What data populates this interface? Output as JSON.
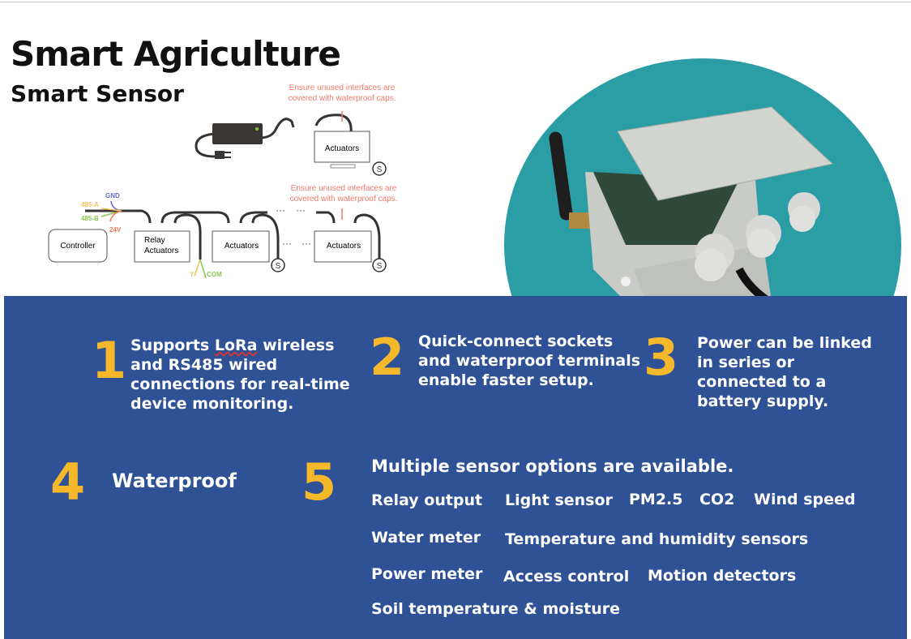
{
  "header": {
    "title": "Smart Agriculture",
    "subtitle": "Smart Sensor"
  },
  "diagram": {
    "note_top": "Ensure unused interfaces are covered with waterproof caps.",
    "note_mid": "Ensure unused interfaces are covered with waterproof caps.",
    "controller": "Controller",
    "relay_line1": "Relay",
    "relay_line2": "Actuators",
    "actuators": "Actuators",
    "wires": {
      "gnd": "GND",
      "a": "485-A",
      "b": "485-B",
      "v": "24V",
      "y": "Y",
      "com": "COM"
    },
    "sensor": "S",
    "dots": "···"
  },
  "features": [
    {
      "num": "1",
      "pre": "Supports ",
      "lora": "LoRa",
      "post": " wireless and RS485 wired connections for real-time device monitoring."
    },
    {
      "num": "2",
      "text": "Quick-connect sockets and waterproof terminals enable faster setup."
    },
    {
      "num": "3",
      "text": "Power can be linked in series or connected to a battery supply."
    },
    {
      "num": "4",
      "text": "Waterproof"
    },
    {
      "num": "5",
      "text": "Multiple sensor options are available."
    }
  ],
  "sensor_options": [
    "Relay output",
    "Light sensor",
    "PM2.5",
    "CO2",
    "Wind speed",
    "Water meter",
    "Temperature and humidity sensors",
    "Power meter",
    "Access control",
    "Motion detectors",
    "Soil temperature & moisture"
  ],
  "colors": {
    "panel": "#2e5295",
    "accent": "#f5b82a",
    "teal": "#2a9ea4",
    "note": "#f07a6a"
  }
}
